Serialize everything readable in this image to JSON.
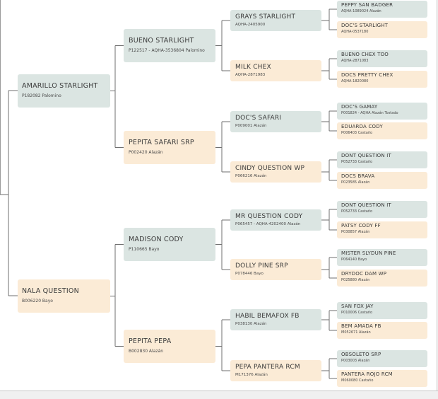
{
  "pedigree": {
    "g1": [
      {
        "name": "AMARILLO STARLIGHT",
        "info": "P182082 Palomino",
        "sex": "sire"
      },
      {
        "name": "NALA QUESTION",
        "info": "B006220 Bayo",
        "sex": "dam"
      }
    ],
    "g2": [
      {
        "name": "BUENO STARLIGHT",
        "info": "P122517 - AQHA-3536804 Palomino",
        "sex": "sire"
      },
      {
        "name": "PEPITA SAFARI SRP",
        "info": "P002420 Alazán",
        "sex": "dam"
      },
      {
        "name": "MADISON CODY",
        "info": "P110665 Bayo",
        "sex": "sire"
      },
      {
        "name": "PEPITA PEPA",
        "info": "B002830 Alazán",
        "sex": "dam"
      }
    ],
    "g3": [
      {
        "name": "GRAYS STARLIGHT",
        "info": "AQHA-2405900",
        "sex": "sire"
      },
      {
        "name": "MILK CHEX",
        "info": "AQHA-2871983",
        "sex": "dam"
      },
      {
        "name": "DOC'S SAFARI",
        "info": "P009001 Alazán",
        "sex": "sire"
      },
      {
        "name": "CINDY QUESTION WP",
        "info": "P066216 Alazán",
        "sex": "dam"
      },
      {
        "name": "MR QUESTION CODY",
        "info": "P065457 - AQHA-4202400 Alazán",
        "sex": "sire"
      },
      {
        "name": "DOLLY PINE SRP",
        "info": "P078446 Bayo",
        "sex": "dam"
      },
      {
        "name": "HABIL BEMAFOX FB",
        "info": "P038130 Alazán",
        "sex": "sire"
      },
      {
        "name": "PEPA PANTERA RCM",
        "info": "M171376 Alazán",
        "sex": "dam"
      }
    ],
    "g4": [
      {
        "name": "PEPPY SAN BADGER",
        "info": "AQHA-1089024 Alazán",
        "sex": "sire"
      },
      {
        "name": "DOC'S STARLIGHT",
        "info": "AQHA-0537180",
        "sex": "dam"
      },
      {
        "name": "BUENO CHEX TOO",
        "info": "AQHA-2871083",
        "sex": "sire"
      },
      {
        "name": "DOCS PRETTY CHEX",
        "info": "AQHA-1820080",
        "sex": "dam"
      },
      {
        "name": "DOC'S GAMAY",
        "info": "P001824 - AQHA Alazán Tostado",
        "sex": "sire"
      },
      {
        "name": "EDUARDA CODY",
        "info": "P006403 Castaño",
        "sex": "dam"
      },
      {
        "name": "DONT QUESTION IT",
        "info": "P052733 Castaño",
        "sex": "sire"
      },
      {
        "name": "DOCS BRAVA",
        "info": "P023585 Alazán",
        "sex": "dam"
      },
      {
        "name": "DONT QUESTION IT",
        "info": "P052733 Castaño",
        "sex": "sire"
      },
      {
        "name": "PATSY CODY FF",
        "info": "P030857 Alazán",
        "sex": "dam"
      },
      {
        "name": "MISTER SLYDUN PINE",
        "info": "P064140 Bayo",
        "sex": "sire"
      },
      {
        "name": "DRYDOC DAM WP",
        "info": "P025880 Alazán",
        "sex": "dam"
      },
      {
        "name": "SAN FOX JAY",
        "info": "P010006 Castaño",
        "sex": "sire"
      },
      {
        "name": "BEM AMADA FB",
        "info": "M052671 Alazán",
        "sex": "dam"
      },
      {
        "name": "OBSOLETO SRP",
        "info": "P003003 Alazán",
        "sex": "sire"
      },
      {
        "name": "PANTERA ROJO RCM",
        "info": "M060080 Castaño",
        "sex": "dam"
      }
    ]
  },
  "colors": {
    "sire": "#dbe5e2",
    "dam": "#fbebd6",
    "line": "#6f6f6f"
  }
}
